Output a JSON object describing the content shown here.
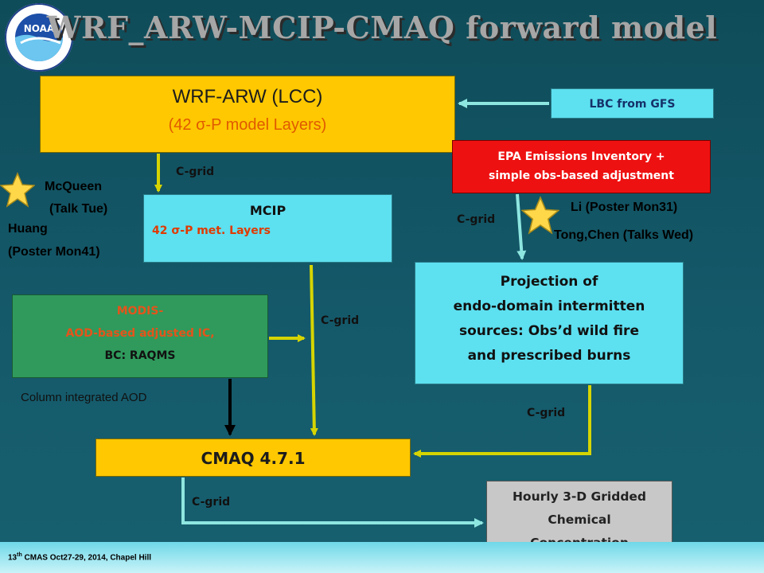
{
  "title": "WRF_ARW-MCIP-CMAQ forward model",
  "logo": {
    "text": "NOAA",
    "icon": "noaa-logo-icon"
  },
  "boxes": {
    "wrf": {
      "line1": "WRF-ARW (LCC)",
      "line2": "(42 σ-P model Layers)"
    },
    "lbc": "LBC from GFS",
    "epa": {
      "line1": "EPA Emissions Inventory +",
      "line2": "simple obs-based adjustment"
    },
    "mcip": {
      "line1": "MCIP",
      "line2": "42 σ-P met. Layers"
    },
    "modis": {
      "line1": "MODIS-",
      "line2": "AOD-based adjusted IC,",
      "line3": "BC: RAQMS"
    },
    "projection": {
      "line1": "Projection of",
      "line2": "endo-domain intermitten",
      "line3": "sources: Obs’d wild fire",
      "line4": "and prescribed burns"
    },
    "cmaq": "CMAQ 4.7.1",
    "hourly": {
      "line1": "Hourly 3-D Gridded",
      "line2": "Chemical",
      "line3": "Concentration"
    }
  },
  "labels": {
    "cgrid": "C-grid",
    "column_aod": "Column integrated AOD"
  },
  "people": {
    "mcqueen": "McQueen",
    "talk_tue": "(Talk Tue)",
    "huang": "Huang",
    "poster_mon41": "(Poster Mon41)",
    "li": "Li (Poster Mon31)",
    "tong_chen": "Tong,Chen (Talks Wed)"
  },
  "footer": {
    "prefix": "13",
    "sup": "th",
    "rest": " CMAS Oct27-29, 2014, Chapel Hill"
  },
  "colors": {
    "yellow_box": "#ffc800",
    "cyan_box": "#5de0f0",
    "red_box": "#ee1111",
    "green_box": "#2f9a5c",
    "gray_box": "#c8c8c8",
    "arrow_yellow": "#d6d400",
    "arrow_cyan": "#8ee6e0",
    "arrow_black": "#000000"
  }
}
